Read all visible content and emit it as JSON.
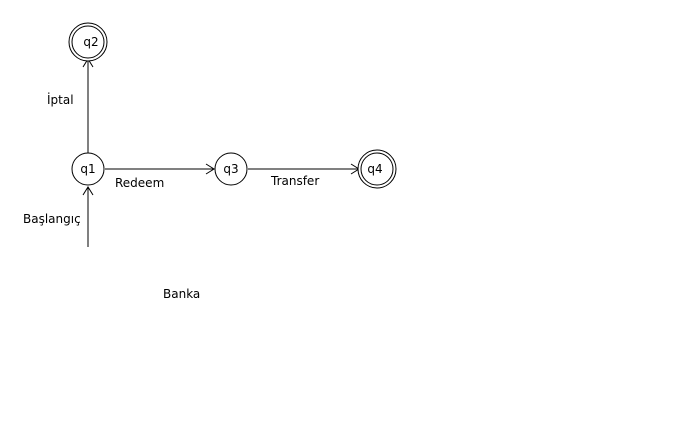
{
  "diagram": {
    "states": [
      {
        "id": "q1",
        "label": "q1",
        "accepting": false
      },
      {
        "id": "q2",
        "label": "q2",
        "accepting": true
      },
      {
        "id": "q3",
        "label": "q3",
        "accepting": false
      },
      {
        "id": "q4",
        "label": "q4",
        "accepting": true
      }
    ],
    "transitions": [
      {
        "id": "start",
        "from": null,
        "to": "q1",
        "label": "Başlangıç"
      },
      {
        "id": "iptal",
        "from": "q1",
        "to": "q2",
        "label": "İptal"
      },
      {
        "id": "redeem",
        "from": "q1",
        "to": "q3",
        "label": "Redeem"
      },
      {
        "id": "transfer",
        "from": "q3",
        "to": "q4",
        "label": "Transfer"
      }
    ],
    "caption": "Banka",
    "colors": {
      "stroke": "#000000",
      "background": "#ffffff"
    }
  }
}
